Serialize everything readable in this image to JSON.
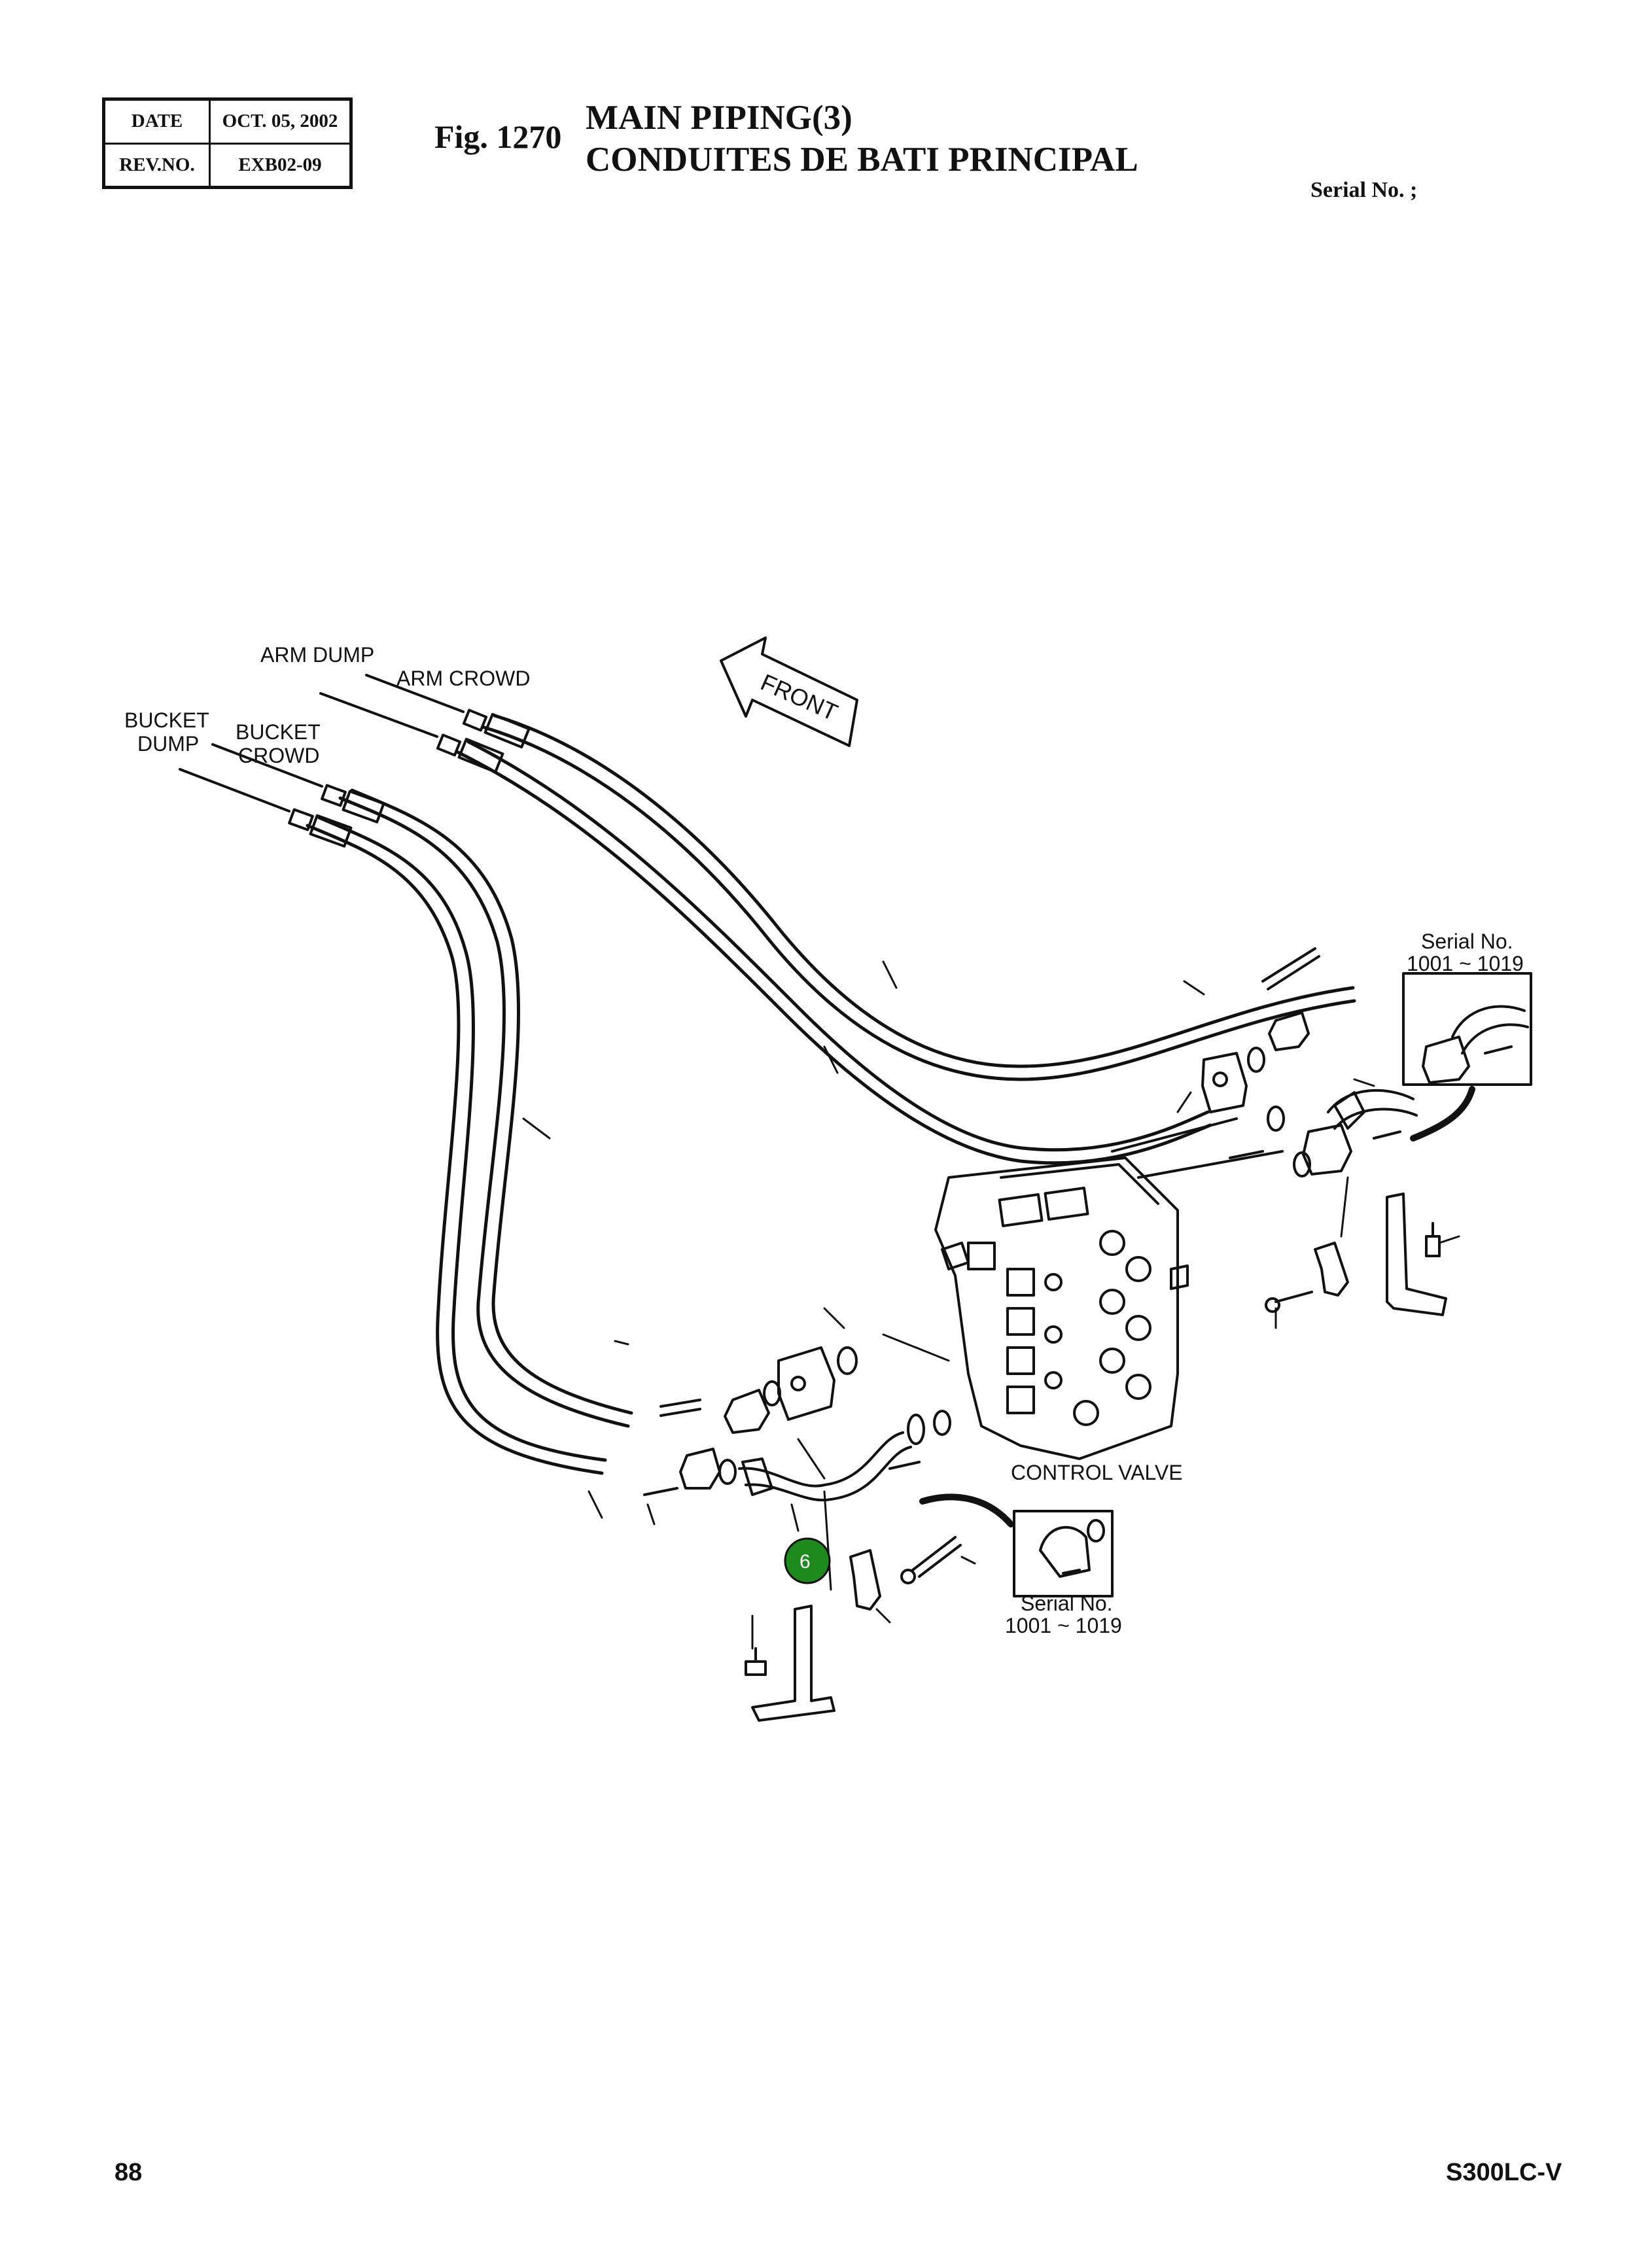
{
  "header": {
    "date_label": "DATE",
    "date_value": "OCT. 05, 2002",
    "rev_label": "REV.NO.",
    "rev_value": "EXB02-09",
    "fig_no": "Fig. 1270",
    "title_en": "MAIN PIPING(3)",
    "title_fr": "CONDUITES DE BATI PRINCIPAL",
    "serial_label": "Serial No. ;"
  },
  "labels": {
    "arm_dump": "ARM DUMP",
    "arm_crowd": "ARM CROWD",
    "bucket_dump_1": "BUCKET",
    "bucket_dump_2": "DUMP",
    "bucket_crowd_1": "BUCKET",
    "bucket_crowd_2": "CROWD",
    "front": "FRONT",
    "control_valve": "CONTROL VALVE",
    "serial_top_1": "Serial No.",
    "serial_top_2": "1001 ~ 1019",
    "serial_bottom_1": "Serial No.",
    "serial_bottom_2": "1001 ~ 1019",
    "callout_number": "6"
  },
  "colors": {
    "callout_fill": "#1e8a1e",
    "line": "#111111"
  },
  "footer": {
    "page_number": "88",
    "model": "S300LC-V"
  }
}
